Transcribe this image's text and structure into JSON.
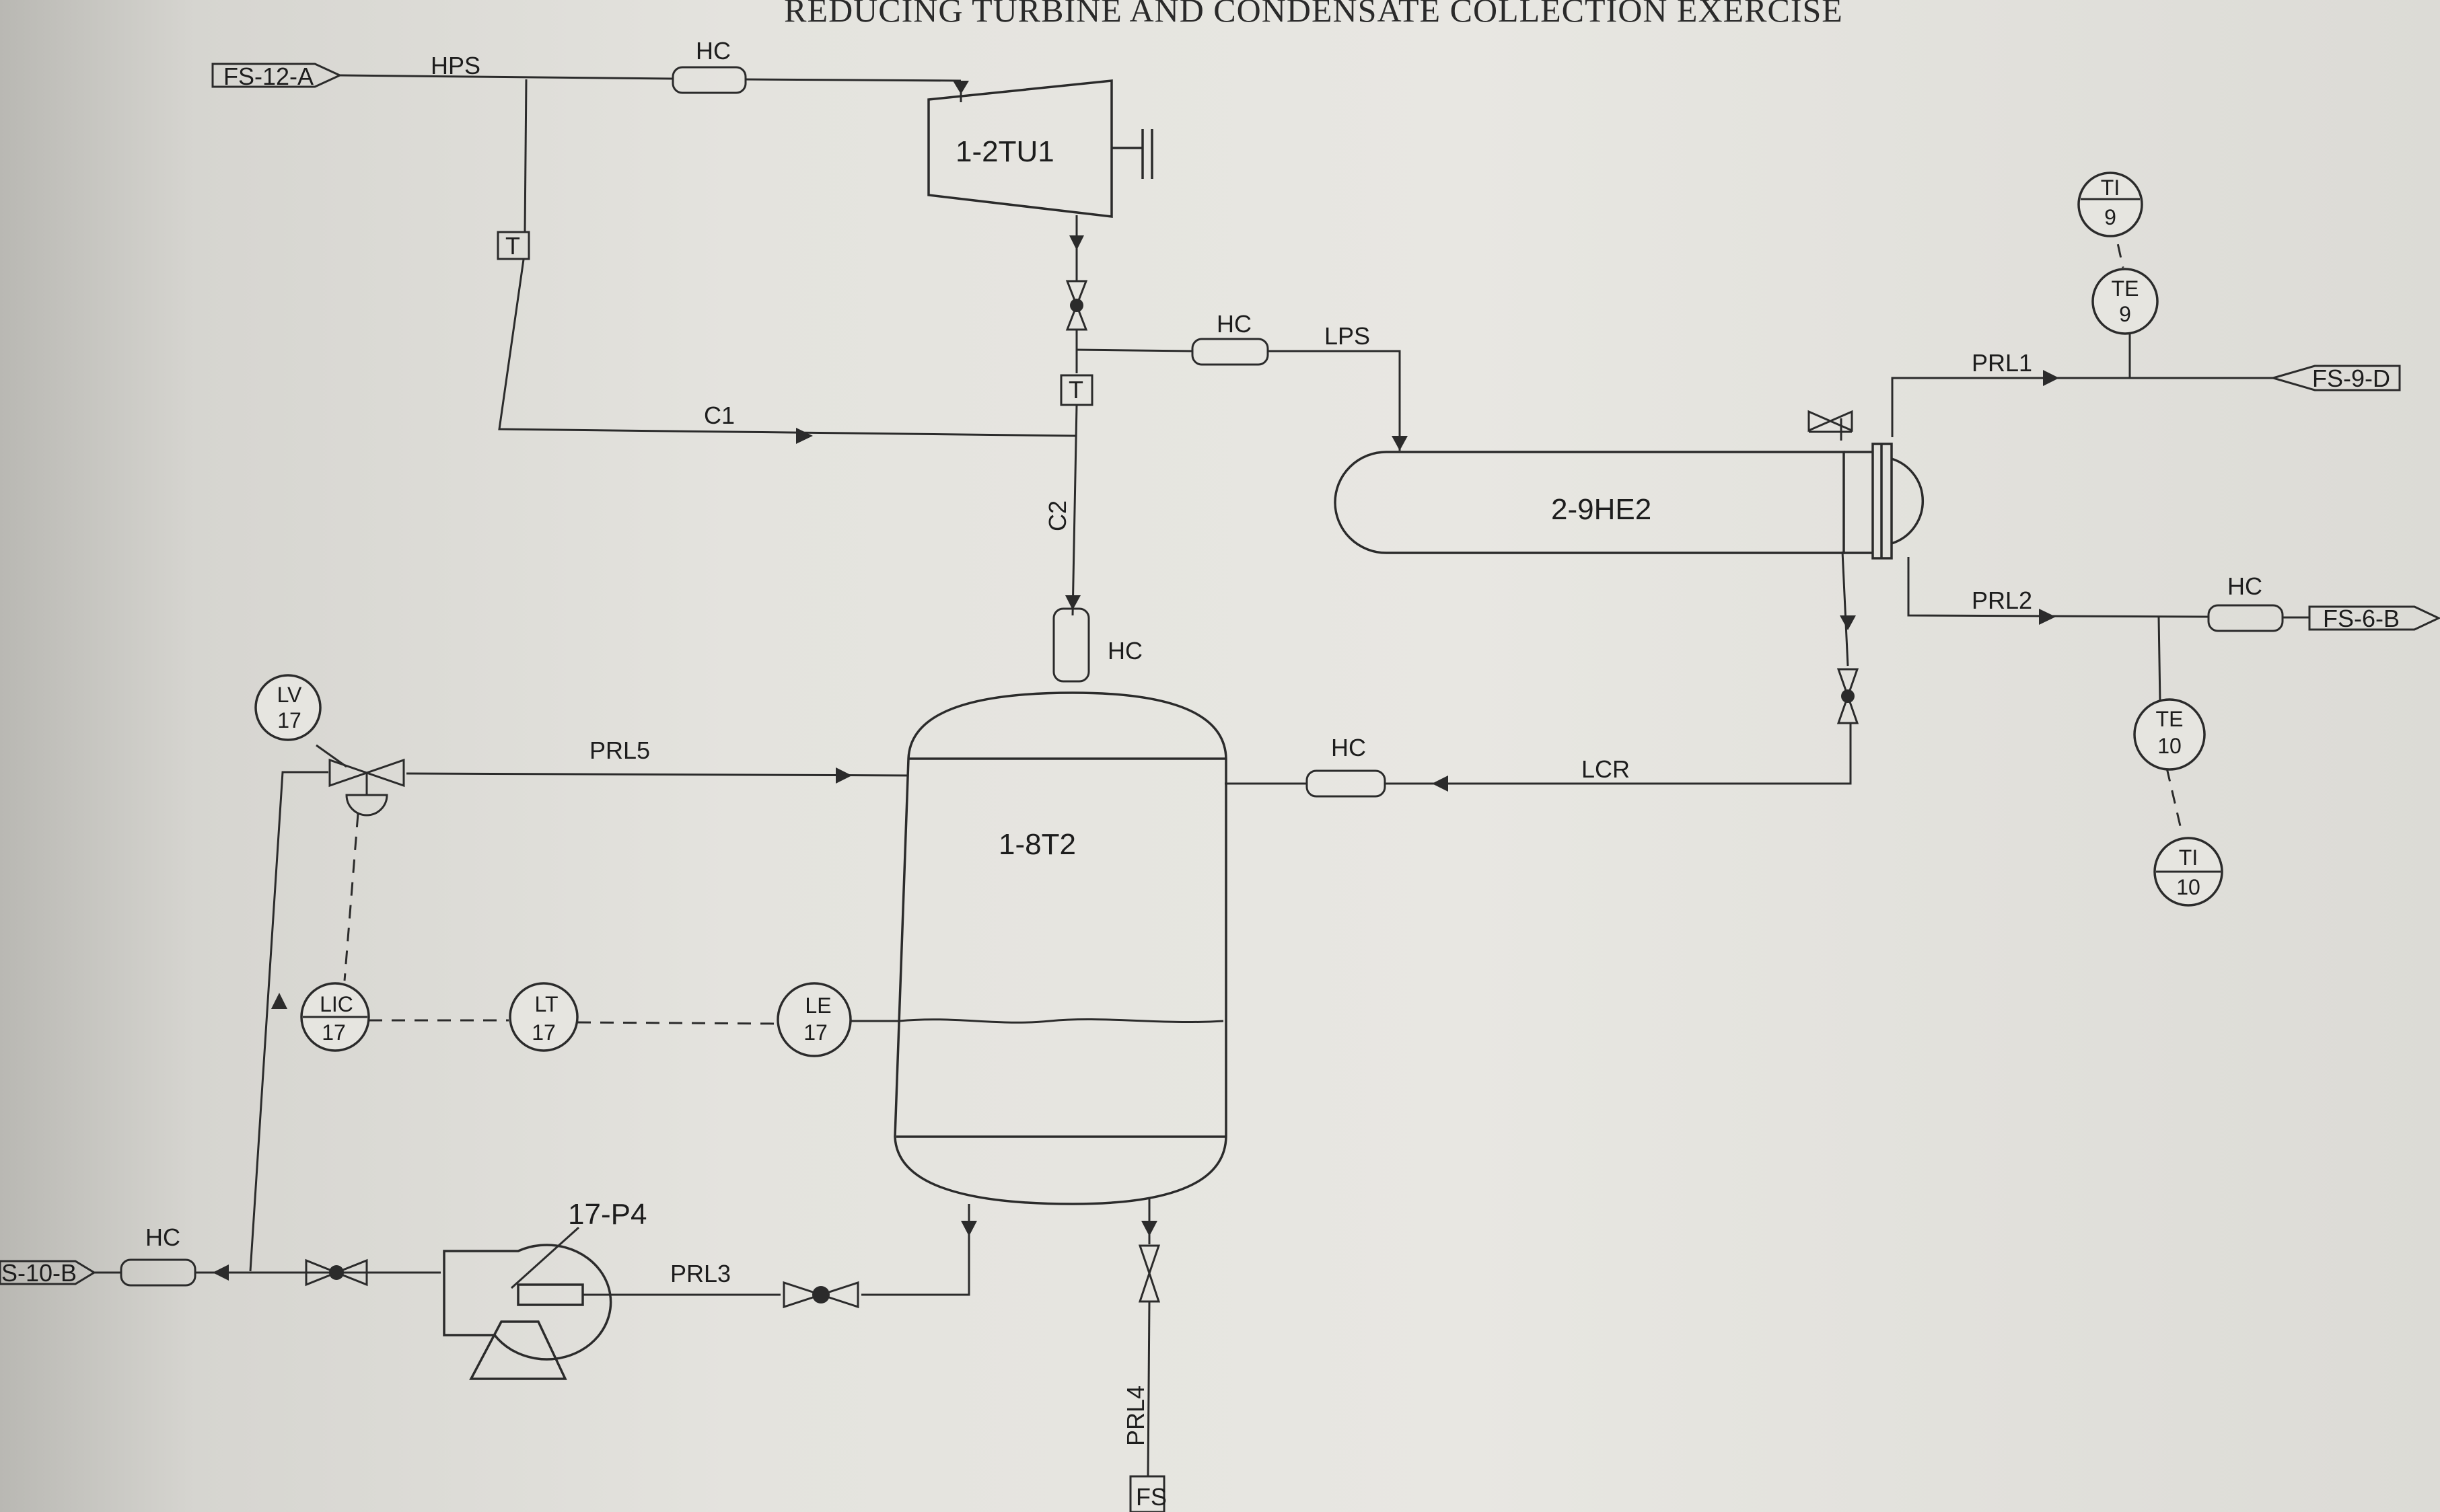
{
  "title": "REDUCING TURBINE AND CONDENSATE COLLECTION EXERCISE",
  "equipment": {
    "turbine": "1-2TU1",
    "exchanger": "2-9HE2",
    "tank": "1-8T2",
    "pump": "17-P4"
  },
  "offpage": {
    "fs12a": "FS-12-A",
    "fs9d": "FS-9-D",
    "fs6b": "FS-6-B",
    "fs10b": "S-10-B",
    "fs_bottom": "FS"
  },
  "lines": {
    "hps": "HPS",
    "lps": "LPS",
    "c1": "C1",
    "c2": "C2",
    "prl1": "PRL1",
    "prl2": "PRL2",
    "prl3": "PRL3",
    "prl4": "PRL4",
    "prl5": "PRL5",
    "lcr": "LCR"
  },
  "insulation": "HC",
  "trap": "T",
  "instruments": {
    "ti9": {
      "tag": "TI",
      "num": "9"
    },
    "te9": {
      "tag": "TE",
      "num": "9"
    },
    "te10": {
      "tag": "TE",
      "num": "10"
    },
    "ti10": {
      "tag": "TI",
      "num": "10"
    },
    "lv17": {
      "tag": "LV",
      "num": "17"
    },
    "lic17": {
      "tag": "LIC",
      "num": "17"
    },
    "lt17": {
      "tag": "LT",
      "num": "17"
    },
    "le17": {
      "tag": "LE",
      "num": "17"
    }
  }
}
